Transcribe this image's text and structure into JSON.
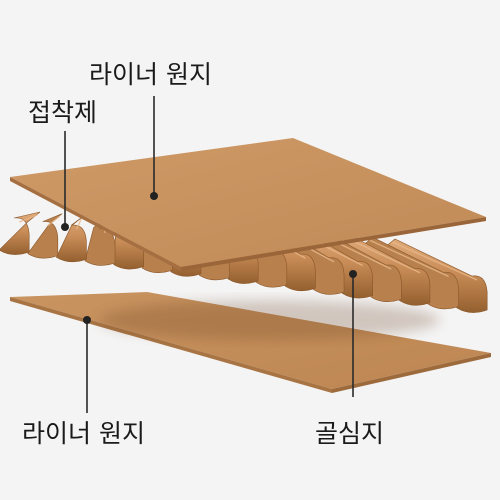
{
  "labels": {
    "top_liner": "라이너 원지",
    "adhesive": "접착제",
    "bottom_liner": "라이너 원지",
    "corrugated_medium": "골심지"
  },
  "colors": {
    "background": "#f4f4f4",
    "sheet_top": "#c8925f",
    "sheet_top_edge": "#9a6a42",
    "sheet_bottom": "#c48c58",
    "flute_light": "#d9a272",
    "flute_dark": "#9c6438",
    "leader_line": "#2a2a2a",
    "text": "#1a1a1a"
  }
}
